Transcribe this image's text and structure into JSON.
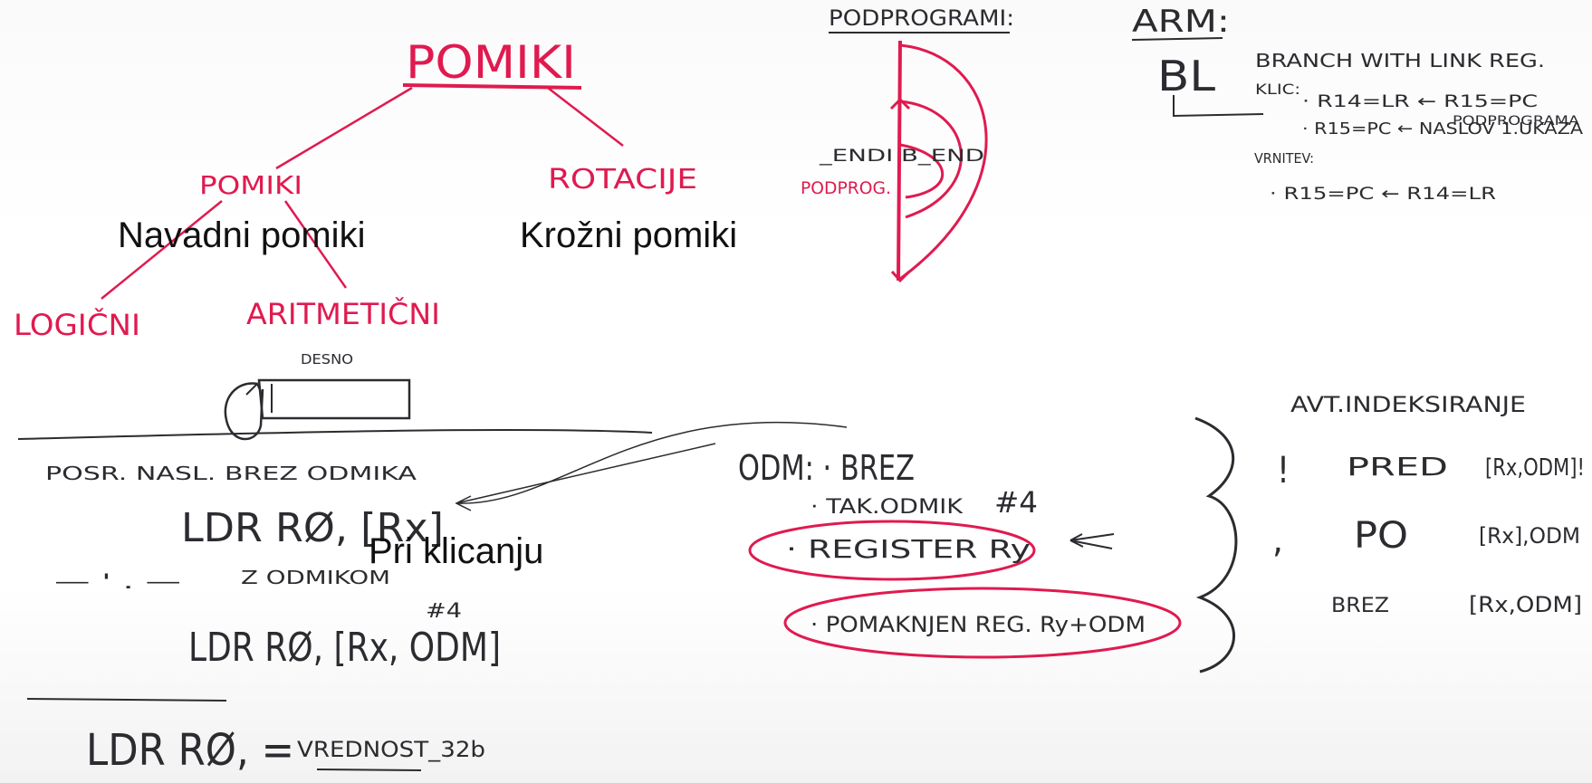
{
  "captions": {
    "navadni": "Navadni pomiki",
    "krozni": "Krožni pomiki",
    "klicanje": "Pri klicanju"
  },
  "tree": {
    "root": "POMIKI",
    "left": "POMIKI",
    "right": "ROTACIJE",
    "leaf_left": "LOGIČNI",
    "leaf_right": "ARITMETIČNI",
    "desno": "DESNO"
  },
  "subprograms": {
    "title": "PODPROGRAMI:",
    "endi": "_ENDI  B_END",
    "podprog": "PODPROG."
  },
  "arm": {
    "title": "ARM:",
    "bl": "BL",
    "branch": "BRANCH WITH LINK REG.",
    "klic": "KLIC:",
    "line1": "· R14=LR ← R15=PC",
    "line2": "· R15=PC ← NASLOV 1.UKAZA",
    "line2b": "PODPROGRAMA",
    "vrnitev": "VRNITEV:",
    "line3": "· R15=PC ← R14=LR"
  },
  "addressing": {
    "posr": "POSR. NASL. BREZ ODMIKA",
    "ldr1": "LDR   RØ, [Rx]",
    "dash": "—  ' . —",
    "zodmikom": "Z ODMIKOM",
    "hash4": "#4",
    "ldr2": "LDR   RØ, [Rx, ODM]",
    "ldr3": "LDR   RØ, =",
    "vrednost": "VREDNOST_32b"
  },
  "odm": {
    "title": "ODM: · BREZ",
    "tak": "· TAK.ODMIK",
    "tak_hash": "#4",
    "reg": "· REGISTER   Ry",
    "pomak": "· POMAKNJEN REG.  Ry+ODM"
  },
  "avt": {
    "title": "AVT.INDEKSIRANJE",
    "excl": "!",
    "pred": "PRED",
    "pred_val": "[Rx,ODM]!",
    "comma": ",",
    "po": "PO",
    "po_val": "[Rx],ODM",
    "brez": "BREZ",
    "brez_val": "[Rx,ODM]"
  },
  "colors": {
    "red_marker": "#e01a4f",
    "dark_marker": "#2b2b30"
  }
}
